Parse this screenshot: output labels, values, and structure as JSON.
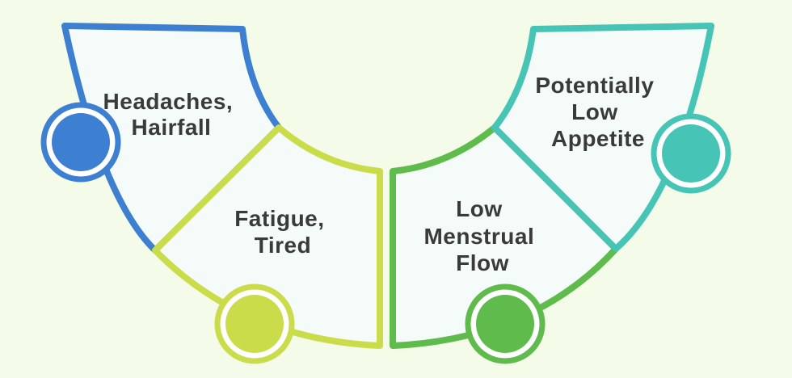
{
  "segments": [
    {
      "lines": [
        "Headaches,",
        "Hairfall"
      ],
      "color": "#3d7fd0",
      "circle_color": "#3d7fd0"
    },
    {
      "lines": [
        "Fatigue,",
        "Tired"
      ],
      "color": "#cbdc4a",
      "circle_color": "#cbdc4a"
    },
    {
      "lines": [
        "Low",
        "Menstrual",
        "Flow"
      ],
      "color": "#5fbb4b",
      "circle_color": "#5fbb4b"
    },
    {
      "lines": [
        "Potentially",
        "Low",
        "Appetite"
      ],
      "color": "#46c4b5",
      "circle_color": "#46c4b5"
    }
  ],
  "colors": {
    "background": "#f4fbe9",
    "panel_fill": "#f5fbf8",
    "text": "#3a3a3a"
  }
}
